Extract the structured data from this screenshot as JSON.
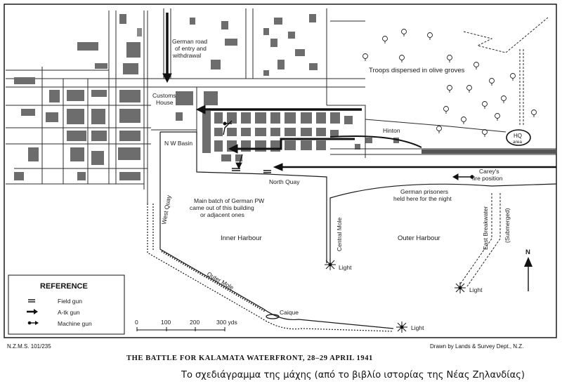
{
  "map": {
    "labels": {
      "german_road": [
        "German road",
        "of entry and",
        "withdrawal"
      ],
      "customs": [
        "Customs",
        "House"
      ],
      "nw_basin": "N W Basin",
      "troops": "Troops dispersed in olive groves",
      "hinton": "Hinton",
      "hq": [
        "HQ",
        "area"
      ],
      "careys": [
        "Carey's",
        "fire position"
      ],
      "north_quay": "North Quay",
      "german_pw": [
        "Main batch of German PW",
        "came out of this building",
        "or adjacent ones"
      ],
      "prisoners": [
        "German prisoners",
        "held here for the night"
      ],
      "west_quay": "West Quay",
      "inner_harbour": "Inner Harbour",
      "central_mole": "Central Mole",
      "outer_harbour": "Outer Harbour",
      "east_breakwater": "East Breakwater",
      "submerged": "(Submerged)",
      "outer_mole": "Outer Mole",
      "caique": "Caique",
      "light": "Light",
      "north": "N"
    },
    "reference": {
      "title": "REFERENCE",
      "items": [
        "Field gun",
        "A-tk gun",
        "Machine gun"
      ]
    },
    "scale": {
      "ticks": [
        "0",
        "100",
        "200",
        "300 yds"
      ]
    },
    "footer": {
      "left": "N.Z.M.S. 101/235",
      "title": "THE BATTLE FOR KALAMATA WATERFRONT, 28–29 APRIL 1941",
      "right": "Drawn by Lands & Survey Dept., N.Z."
    }
  },
  "caption": "Το σχεδιάγραμμα της μάχης (από το βιβλίο ιστορίας της Νέας Ζηλανδίας)",
  "colors": {
    "ink": "#1a1a1a",
    "buildings": "#6d6d6d",
    "paper": "#ffffff"
  }
}
